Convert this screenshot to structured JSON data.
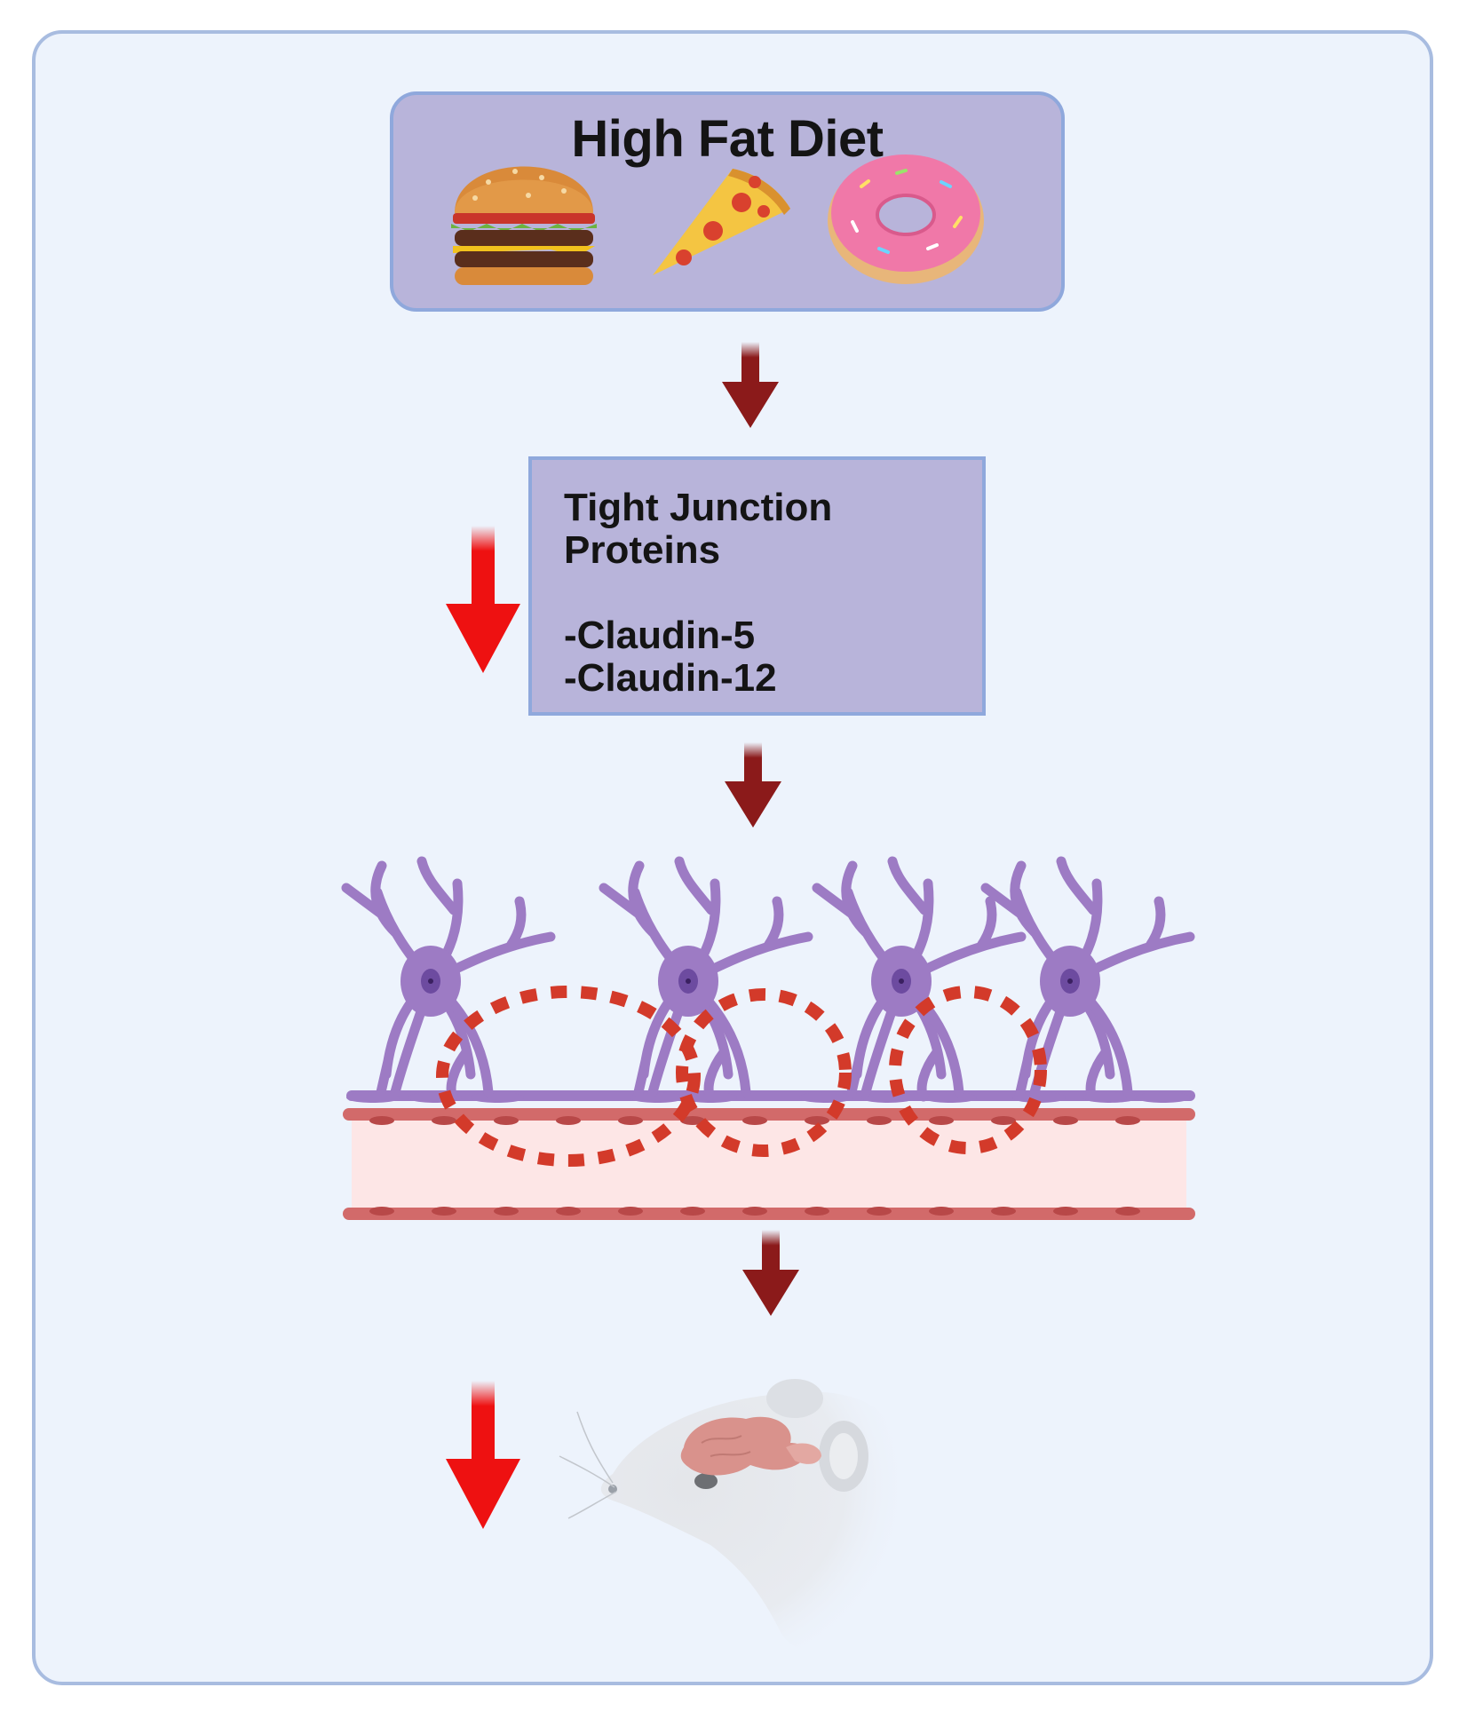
{
  "diet": {
    "title": "High Fat Diet",
    "foods": [
      "burger-icon",
      "pizza-icon",
      "donut-icon"
    ]
  },
  "tight_junction": {
    "title_line1": "Tight Junction",
    "title_line2": "Proteins",
    "items": [
      "-Claudin-5",
      "-Claudin-12"
    ]
  },
  "colors": {
    "panel_bg": "#edf3fc",
    "box_fill": "#b8b4da",
    "flow_arrow": "#8b1a1a",
    "decrease_arrow": "#ee1111",
    "astrocyte": "#9d7bc4",
    "vessel": "#d26a6a",
    "leak": "#d33a2a"
  }
}
